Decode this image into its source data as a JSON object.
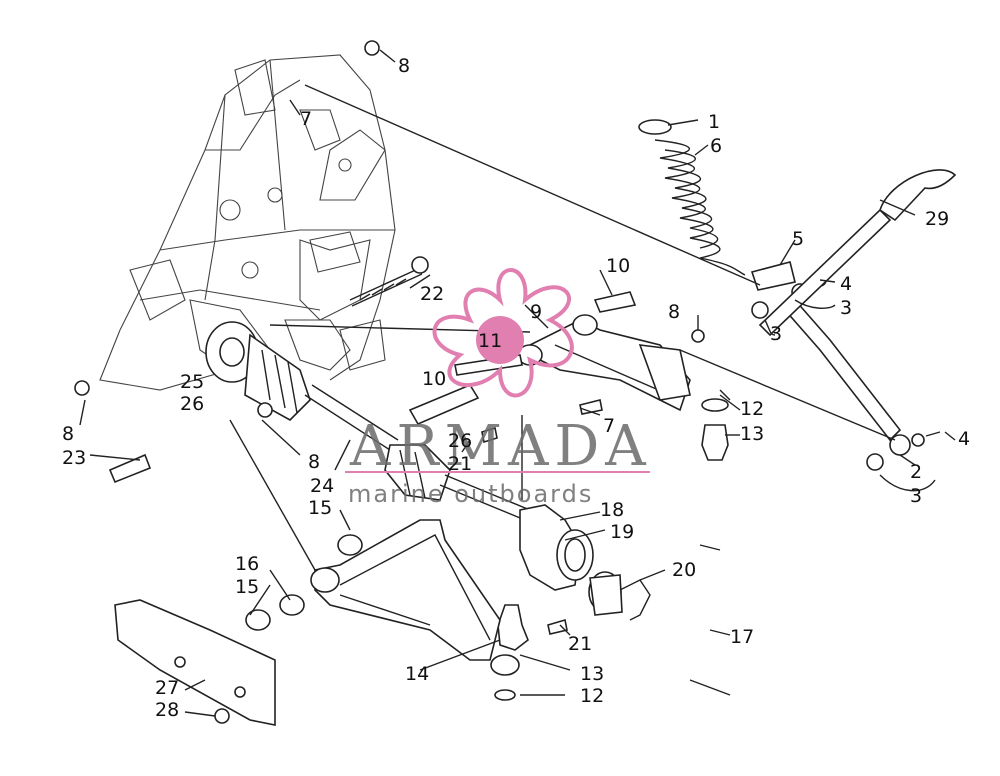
{
  "watermark": {
    "brand": "ARMADA",
    "tagline": "marine outboards",
    "logo_number": "11",
    "logo_color": "#e07fb0",
    "text_color": "#6b6b6b"
  },
  "callouts": {
    "c1": "1",
    "c2": "2",
    "c3a": "3",
    "c3b": "3",
    "c3c": "3",
    "c4a": "4",
    "c4b": "4",
    "c5": "5",
    "c6": "6",
    "c7a": "7",
    "c7b": "7",
    "c8a": "8",
    "c8b": "8",
    "c8c": "8",
    "c8d": "8",
    "c9": "9",
    "c10a": "10",
    "c10b": "10",
    "c12a": "12",
    "c12b": "12",
    "c13a": "13",
    "c13b": "13",
    "c14": "14",
    "c15a": "15",
    "c15b": "15",
    "c16": "16",
    "c17": "17",
    "c18": "18",
    "c19": "19",
    "c20": "20",
    "c21a": "21",
    "c21b": "21",
    "c22": "22",
    "c23": "23",
    "c24": "24",
    "c25": "25",
    "c26a": "26",
    "c26b": "26",
    "c27": "27",
    "c28": "28",
    "c29": "29"
  }
}
